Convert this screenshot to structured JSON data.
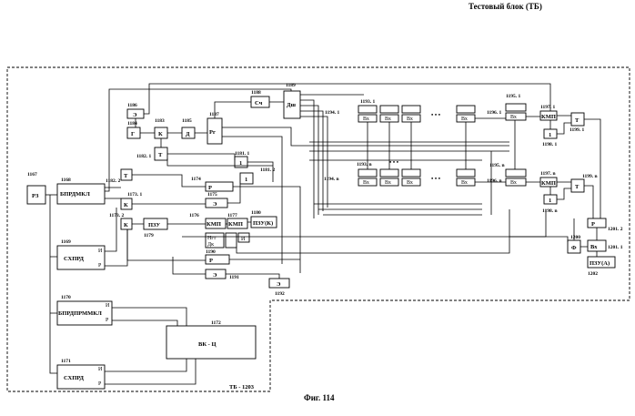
{
  "header": {
    "title": "Тестовый блок (ТБ)"
  },
  "caption": "Фиг. 114",
  "frame_label": "ТБ - 1203",
  "blocks": {
    "rz": {
      "label": "РЗ",
      "num": "1167"
    },
    "bprdmkl": {
      "label": "БПРДМКЛ",
      "num": "1168"
    },
    "sxprd1": {
      "label": "СХПРД",
      "num": "1169"
    },
    "bprdprmmkl": {
      "label": "БПРДПРММКЛ",
      "num": "1170"
    },
    "sxprd2": {
      "label": "СХПРД",
      "num": "1171"
    },
    "vkc": {
      "label": "ВК - Ц",
      "num": "1172"
    },
    "pzu": {
      "label": "ПЗУ",
      "num": "1179"
    },
    "pzuk": {
      "label": "ПЗУ(К)",
      "num": "1180"
    },
    "pzua": {
      "label": "ПЗУ(А)",
      "num": "1202"
    },
    "sch": {
      "label": "Сч",
      "num": "1188"
    },
    "dsh": {
      "label": "Дш",
      "num": "1189"
    },
    "g": {
      "label": "Г",
      "num": "1184"
    },
    "k1183": {
      "label": "К",
      "num": "1183"
    },
    "d1185": {
      "label": "Д",
      "num": "1185"
    },
    "e1186": {
      "label": "Э",
      "num": "1186"
    },
    "rg": {
      "label": "Рг",
      "num": "1187"
    },
    "t1182": {
      "label": "Т",
      "num": "1182. 1"
    },
    "r1174": {
      "label": "Р",
      "num": "1174"
    },
    "e1175": {
      "label": "Э",
      "num": "1175"
    },
    "kmp1176": {
      "label": "КМП",
      "num": "1176"
    },
    "kmp1177": {
      "label": "КМП",
      "num": "1177"
    },
    "e1191": {
      "label": "Э",
      "num": "1191"
    },
    "e1192": {
      "label": "Э",
      "num": "1192"
    },
    "r1190": {
      "label": "Р",
      "num": "1190"
    },
    "k1173_1": {
      "label": "К",
      "num": "1173. 1"
    },
    "k1173_2": {
      "label": "К",
      "num": "1173. 2"
    },
    "t1182_2": {
      "label": "Т",
      "num": "1182. 2"
    },
    "one1181_1": {
      "label": "1",
      "num": "1181. 1"
    },
    "one1181_2": {
      "label": "1",
      "num": "1181. 2"
    },
    "f1200": {
      "label": "Ф",
      "num": "1200"
    },
    "r1201": {
      "label": "Р",
      "num": "1201. 2"
    },
    "vx1201": {
      "label": "Вх",
      "num": "1201. 1"
    }
  },
  "rows": {
    "top": {
      "reg": "1193. 1",
      "vx": "1194. 1",
      "kmp": "1195. 1",
      "kmp2": "1196. 1",
      "kmp3": "1197. 1",
      "one": "1198. 1",
      "t": "1199. 1"
    },
    "bottom": {
      "reg": "1193. n",
      "vx": "1194. n",
      "kmp": "1195. n",
      "kmp2": "1196. n",
      "kmp3": "1197. n",
      "one": "1198. n",
      "t": "1199. n"
    }
  },
  "pins": {
    "r": "Р",
    "i": "И",
    "vx": "Вх",
    "kmp": "КМП",
    "one": "1",
    "t": "Т",
    "ngt": "Нгт",
    "dk": "Дк",
    "k": "К",
    "s": "с"
  },
  "ellipsis": "• • •"
}
